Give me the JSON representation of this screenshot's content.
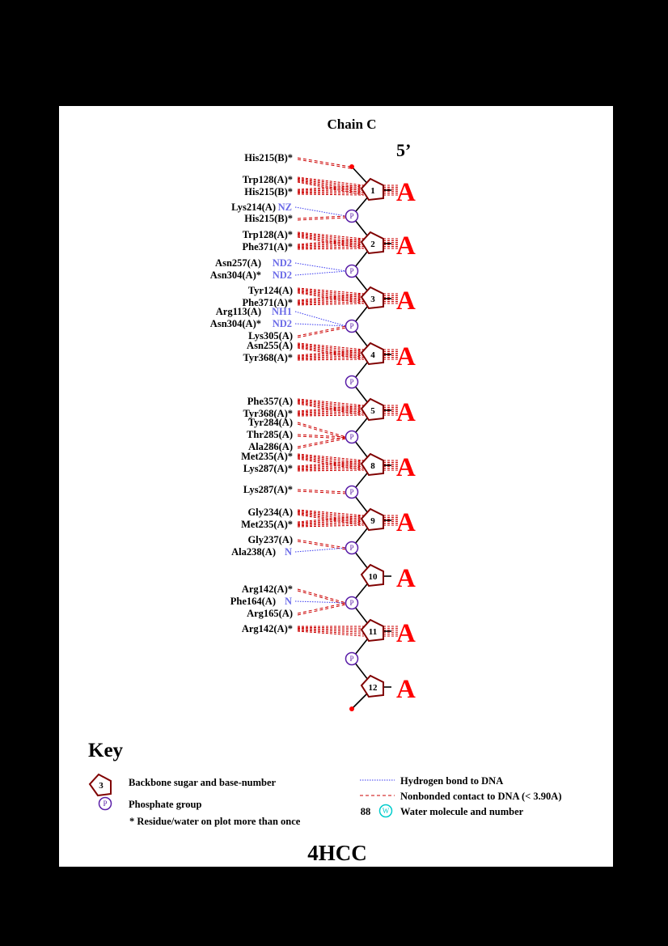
{
  "title": "Chain C",
  "five_prime": "5’",
  "pdb_code": "4HCC",
  "colors": {
    "sugar": "#800000",
    "phosphate": "#5a1ea8",
    "hbond": "#3a3af0",
    "nonbond": "#cc0000",
    "base": "#ff0000",
    "water": "#00cccc",
    "atom": "#6b6be8"
  },
  "nucleotides": [
    {
      "num": "1",
      "base": "A"
    },
    {
      "num": "2",
      "base": "A"
    },
    {
      "num": "3",
      "base": "A"
    },
    {
      "num": "4",
      "base": "A"
    },
    {
      "num": "5",
      "base": "A"
    },
    {
      "num": "8",
      "base": "A"
    },
    {
      "num": "9",
      "base": "A"
    },
    {
      "num": "10",
      "base": "A"
    },
    {
      "num": "11",
      "base": "A"
    },
    {
      "num": "12",
      "base": "A"
    }
  ],
  "phosphate_label": "P",
  "residues": [
    {
      "label": "His215(B)*",
      "atom": "",
      "type": "nonbonded",
      "target": "terminal"
    },
    {
      "label": "Trp128(A)*",
      "atom": "",
      "type": "nonbonded",
      "target": "S1"
    },
    {
      "label": "His215(B)*",
      "atom": "",
      "type": "nonbonded",
      "target": "S1"
    },
    {
      "label": "Lys214(A)",
      "atom": "NZ",
      "type": "hbond",
      "target": "P1"
    },
    {
      "label": "His215(B)*",
      "atom": "",
      "type": "nonbonded",
      "target": "P1"
    },
    {
      "label": "Trp128(A)*",
      "atom": "",
      "type": "nonbonded",
      "target": "S2"
    },
    {
      "label": "Phe371(A)*",
      "atom": "",
      "type": "nonbonded",
      "target": "S2"
    },
    {
      "label": "Asn257(A)",
      "atom": "ND2",
      "type": "hbond",
      "target": "P2"
    },
    {
      "label": "Asn304(A)*",
      "atom": "ND2",
      "type": "hbond",
      "target": "P2"
    },
    {
      "label": "Tyr124(A)",
      "atom": "",
      "type": "nonbonded",
      "target": "S3"
    },
    {
      "label": "Phe371(A)*",
      "atom": "",
      "type": "nonbonded",
      "target": "S3"
    },
    {
      "label": "Arg113(A)",
      "atom": "NH1",
      "type": "hbond",
      "target": "P3"
    },
    {
      "label": "Asn304(A)*",
      "atom": "ND2",
      "type": "hbond",
      "target": "P3"
    },
    {
      "label": "Lys305(A)",
      "atom": "",
      "type": "nonbonded",
      "target": "P3"
    },
    {
      "label": "Asn255(A)",
      "atom": "",
      "type": "nonbonded",
      "target": "S4"
    },
    {
      "label": "Tyr368(A)*",
      "atom": "",
      "type": "nonbonded",
      "target": "S4"
    },
    {
      "label": "Phe357(A)",
      "atom": "",
      "type": "nonbonded",
      "target": "S5"
    },
    {
      "label": "Tyr368(A)*",
      "atom": "",
      "type": "nonbonded",
      "target": "S5"
    },
    {
      "label": "Tyr284(A)",
      "atom": "",
      "type": "nonbonded",
      "target": "P5"
    },
    {
      "label": "Thr285(A)",
      "atom": "",
      "type": "nonbonded",
      "target": "P5"
    },
    {
      "label": "Ala286(A)",
      "atom": "",
      "type": "nonbonded",
      "target": "P5"
    },
    {
      "label": "Met235(A)*",
      "atom": "",
      "type": "nonbonded",
      "target": "S8"
    },
    {
      "label": "Lys287(A)*",
      "atom": "",
      "type": "nonbonded",
      "target": "S8"
    },
    {
      "label": "Lys287(A)*",
      "atom": "",
      "type": "nonbonded",
      "target": "P8"
    },
    {
      "label": "Gly234(A)",
      "atom": "",
      "type": "nonbonded",
      "target": "S9"
    },
    {
      "label": "Met235(A)*",
      "atom": "",
      "type": "nonbonded",
      "target": "S9"
    },
    {
      "label": "Gly237(A)",
      "atom": "",
      "type": "nonbonded",
      "target": "P9"
    },
    {
      "label": "Ala238(A)",
      "atom": "N",
      "type": "hbond",
      "target": "P9"
    },
    {
      "label": "Arg142(A)*",
      "atom": "",
      "type": "nonbonded",
      "target": "P10"
    },
    {
      "label": "Phe164(A)",
      "atom": "N",
      "type": "hbond",
      "target": "P10"
    },
    {
      "label": "Arg165(A)",
      "atom": "",
      "type": "nonbonded",
      "target": "P10"
    },
    {
      "label": "Arg142(A)*",
      "atom": "",
      "type": "nonbonded",
      "target": "S11"
    }
  ],
  "key": {
    "heading": "Key",
    "sugar_example": "3",
    "sugar": "Backbone sugar and base-number",
    "phosphate_symbol": "P",
    "phosphate": "Phosphate group",
    "star": "* Residue/water on plot more than once",
    "hbond": "Hydrogen bond to DNA",
    "nonbonded": "Nonbonded contact to DNA (< 3.90A)",
    "water_number": "88",
    "water_symbol": "W",
    "water": "Water molecule and number"
  }
}
